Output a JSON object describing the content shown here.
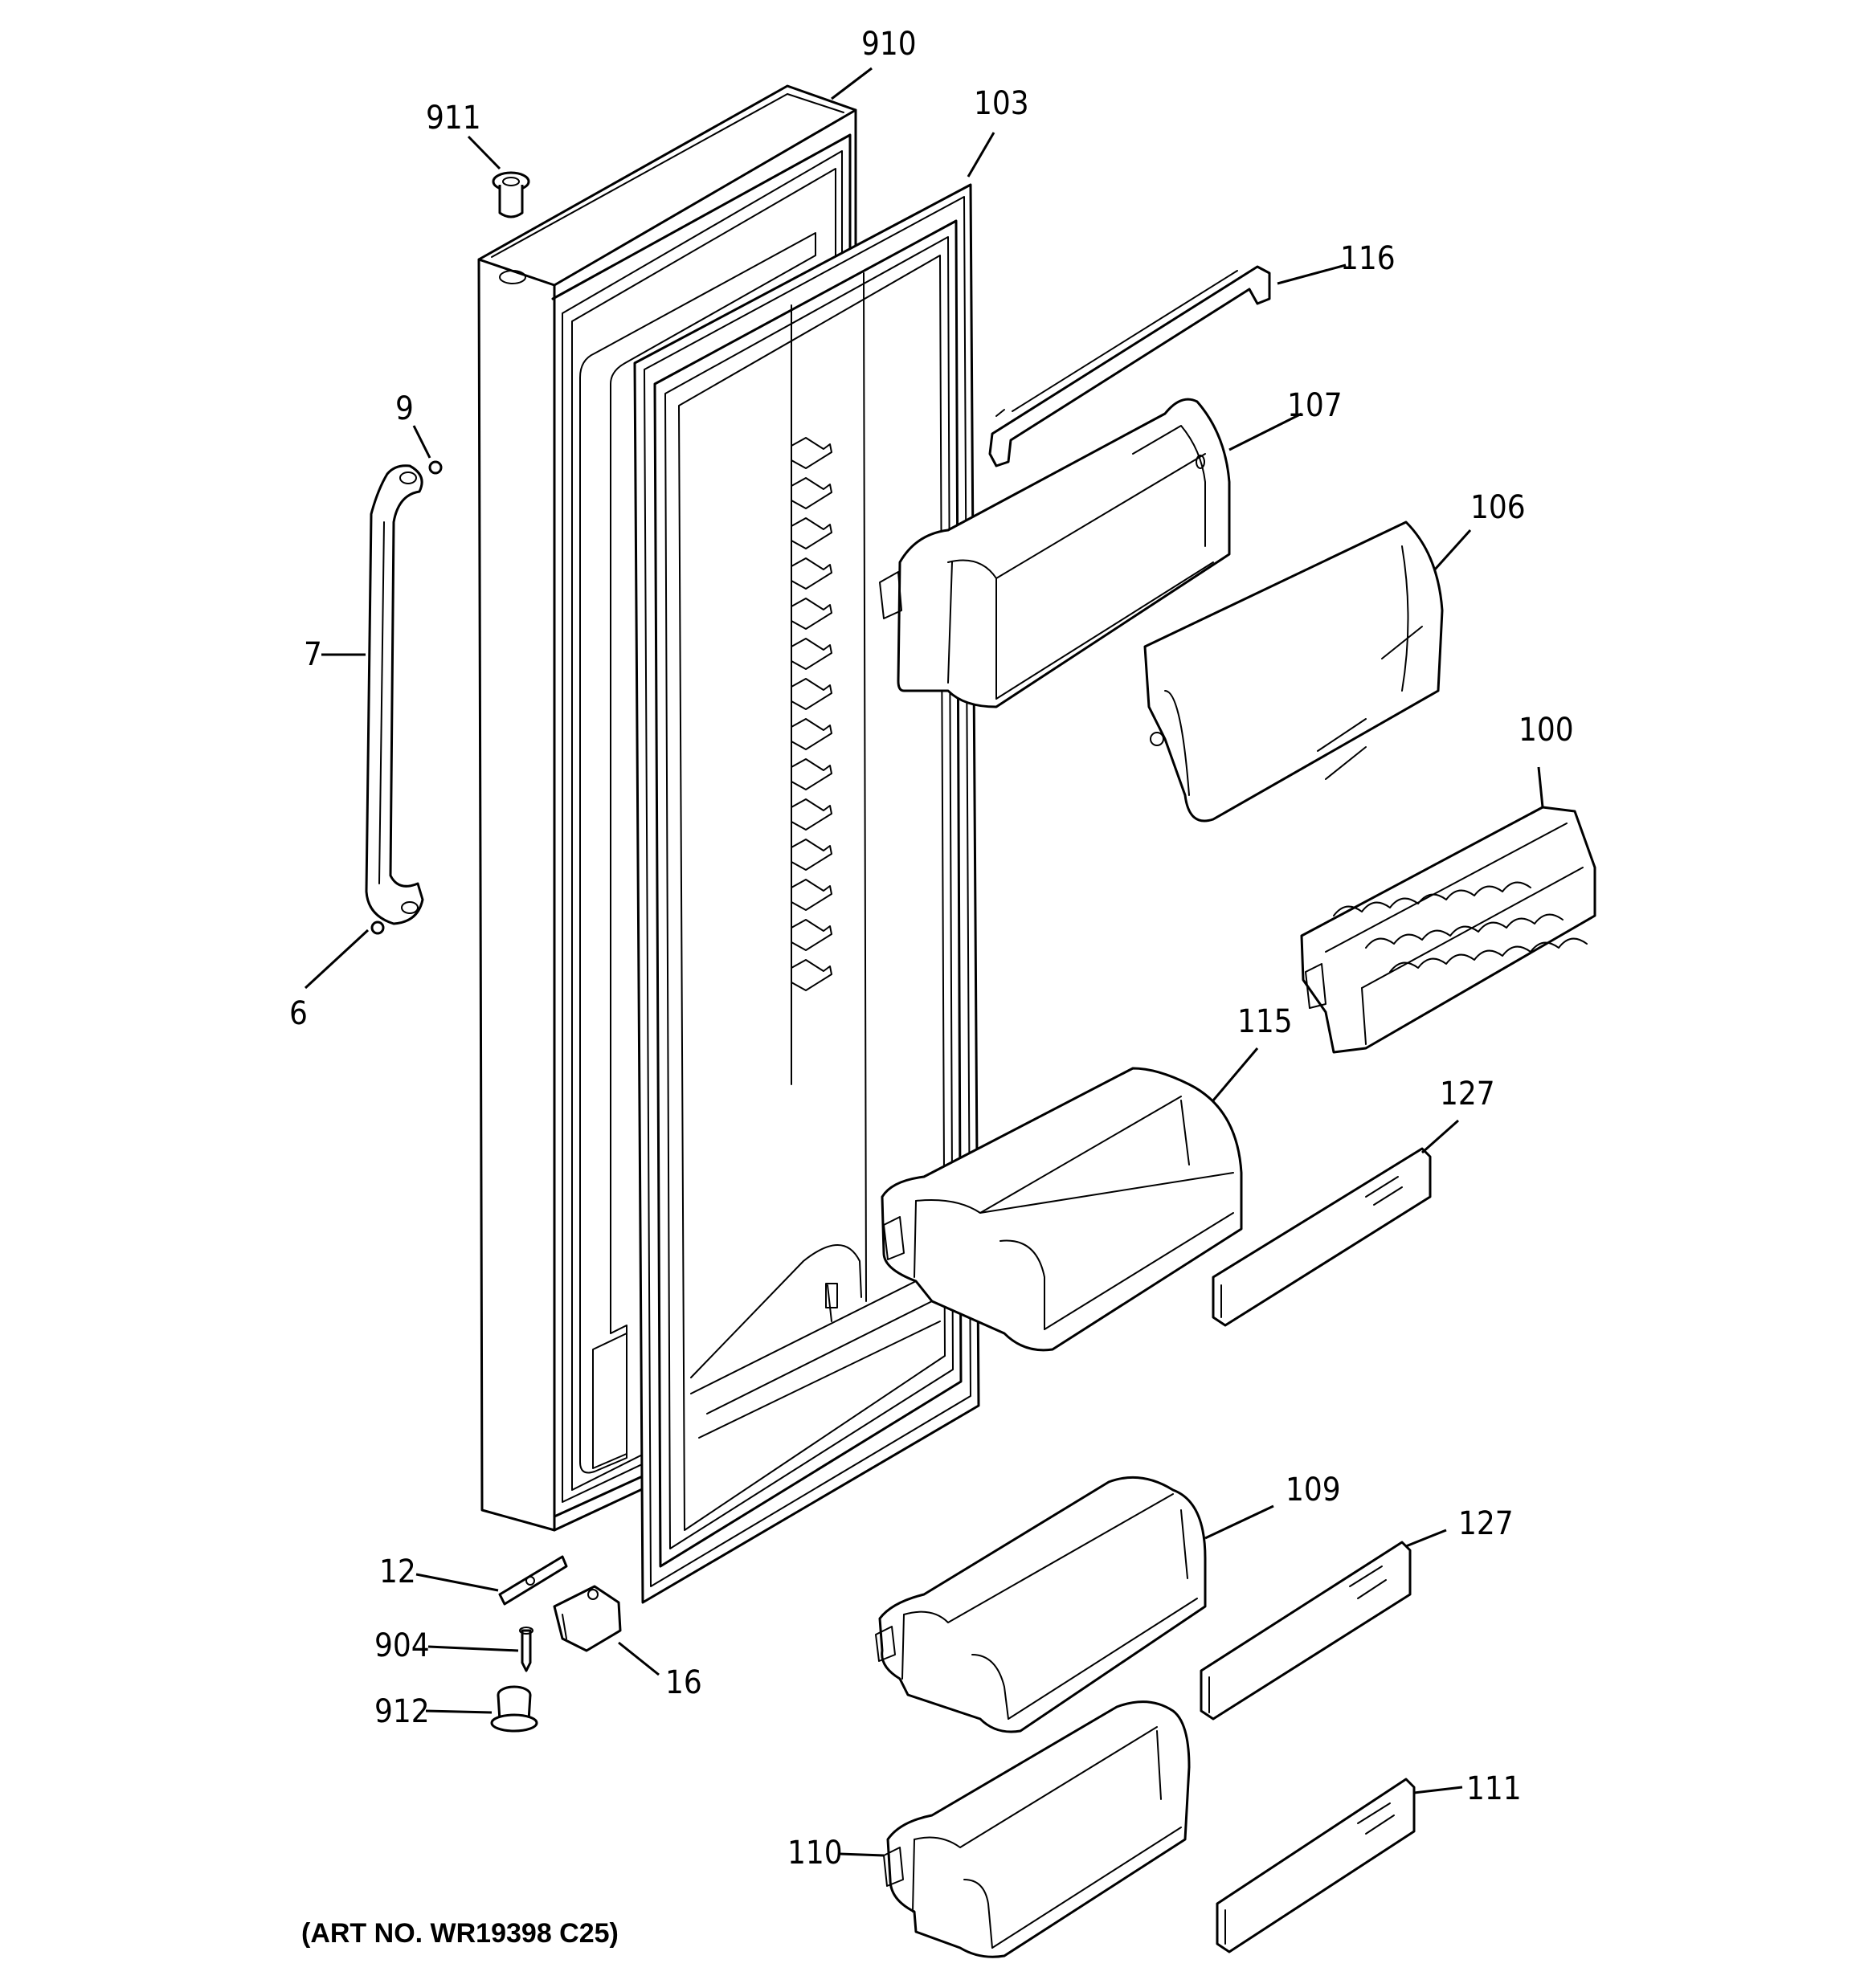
{
  "diagram": {
    "art_number": "(ART NO. WR19398 C25)",
    "callouts": {
      "c910": "910",
      "c911": "911",
      "c103": "103",
      "c116": "116",
      "c107": "107",
      "c106": "106",
      "c9": "9",
      "c7": "7",
      "c6": "6",
      "c100": "100",
      "c115": "115",
      "c127a": "127",
      "c109": "109",
      "c127b": "127",
      "c12": "12",
      "c904": "904",
      "c16": "16",
      "c912": "912",
      "c110": "110",
      "c111": "111"
    }
  }
}
